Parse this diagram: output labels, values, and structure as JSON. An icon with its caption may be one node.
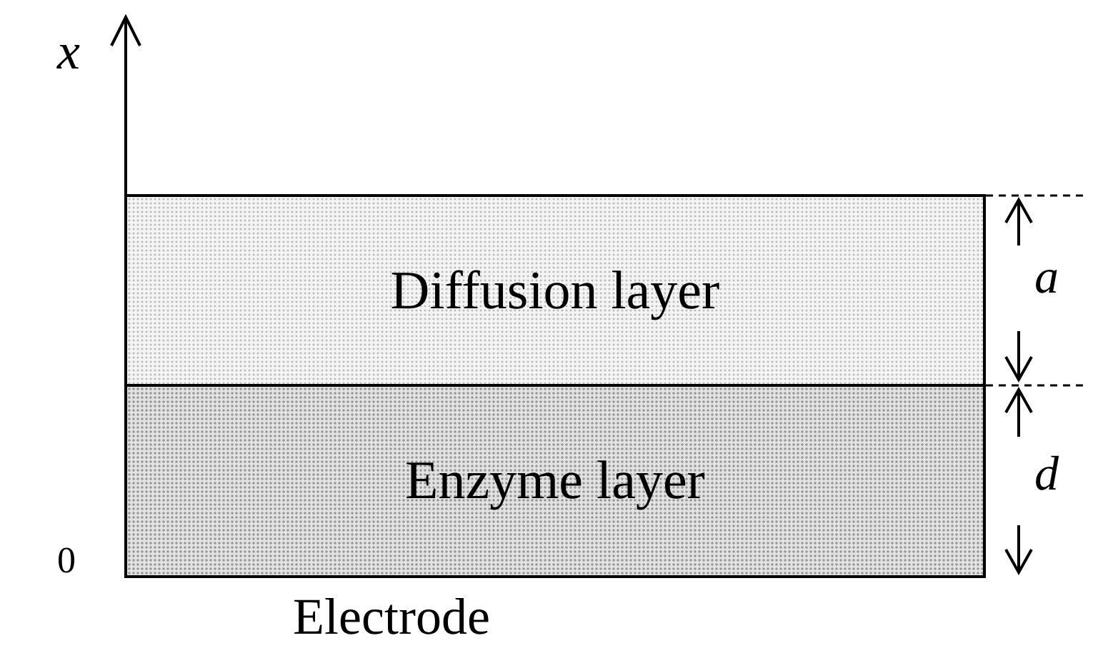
{
  "diagram": {
    "nodes": [
      {
        "text": [
          "Diffusion layer"
        ]
      },
      {
        "text": [
          "Enzyme layer"
        ]
      }
    ],
    "labels": [
      "x",
      "a",
      "d",
      "0",
      "Electrode"
    ]
  }
}
